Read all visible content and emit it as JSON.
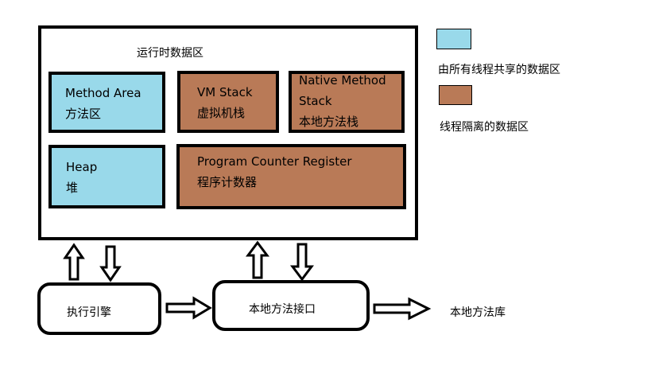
{
  "runtime_area": {
    "title": "运行时数据区"
  },
  "regions": {
    "method_area": {
      "line1": "Method Area",
      "line2": "方法区"
    },
    "vm_stack": {
      "line1": "VM Stack",
      "line2": "虚拟机栈"
    },
    "native_method_stack": {
      "line1": "Native Method",
      "line2": "Stack",
      "line3": "本地方法栈"
    },
    "heap": {
      "line1": "Heap",
      "line2": "堆"
    },
    "program_counter": {
      "line1": "Program Counter Register",
      "line2": "程序计数器"
    }
  },
  "legend": {
    "shared": {
      "label": "由所有线程共享的数据区",
      "color": "#99d9ea"
    },
    "private": {
      "label": "线程隔离的数据区",
      "color": "#b97a57"
    }
  },
  "components": {
    "execution_engine": "执行引擎",
    "native_interface": "本地方法接口",
    "native_library": "本地方法库"
  }
}
